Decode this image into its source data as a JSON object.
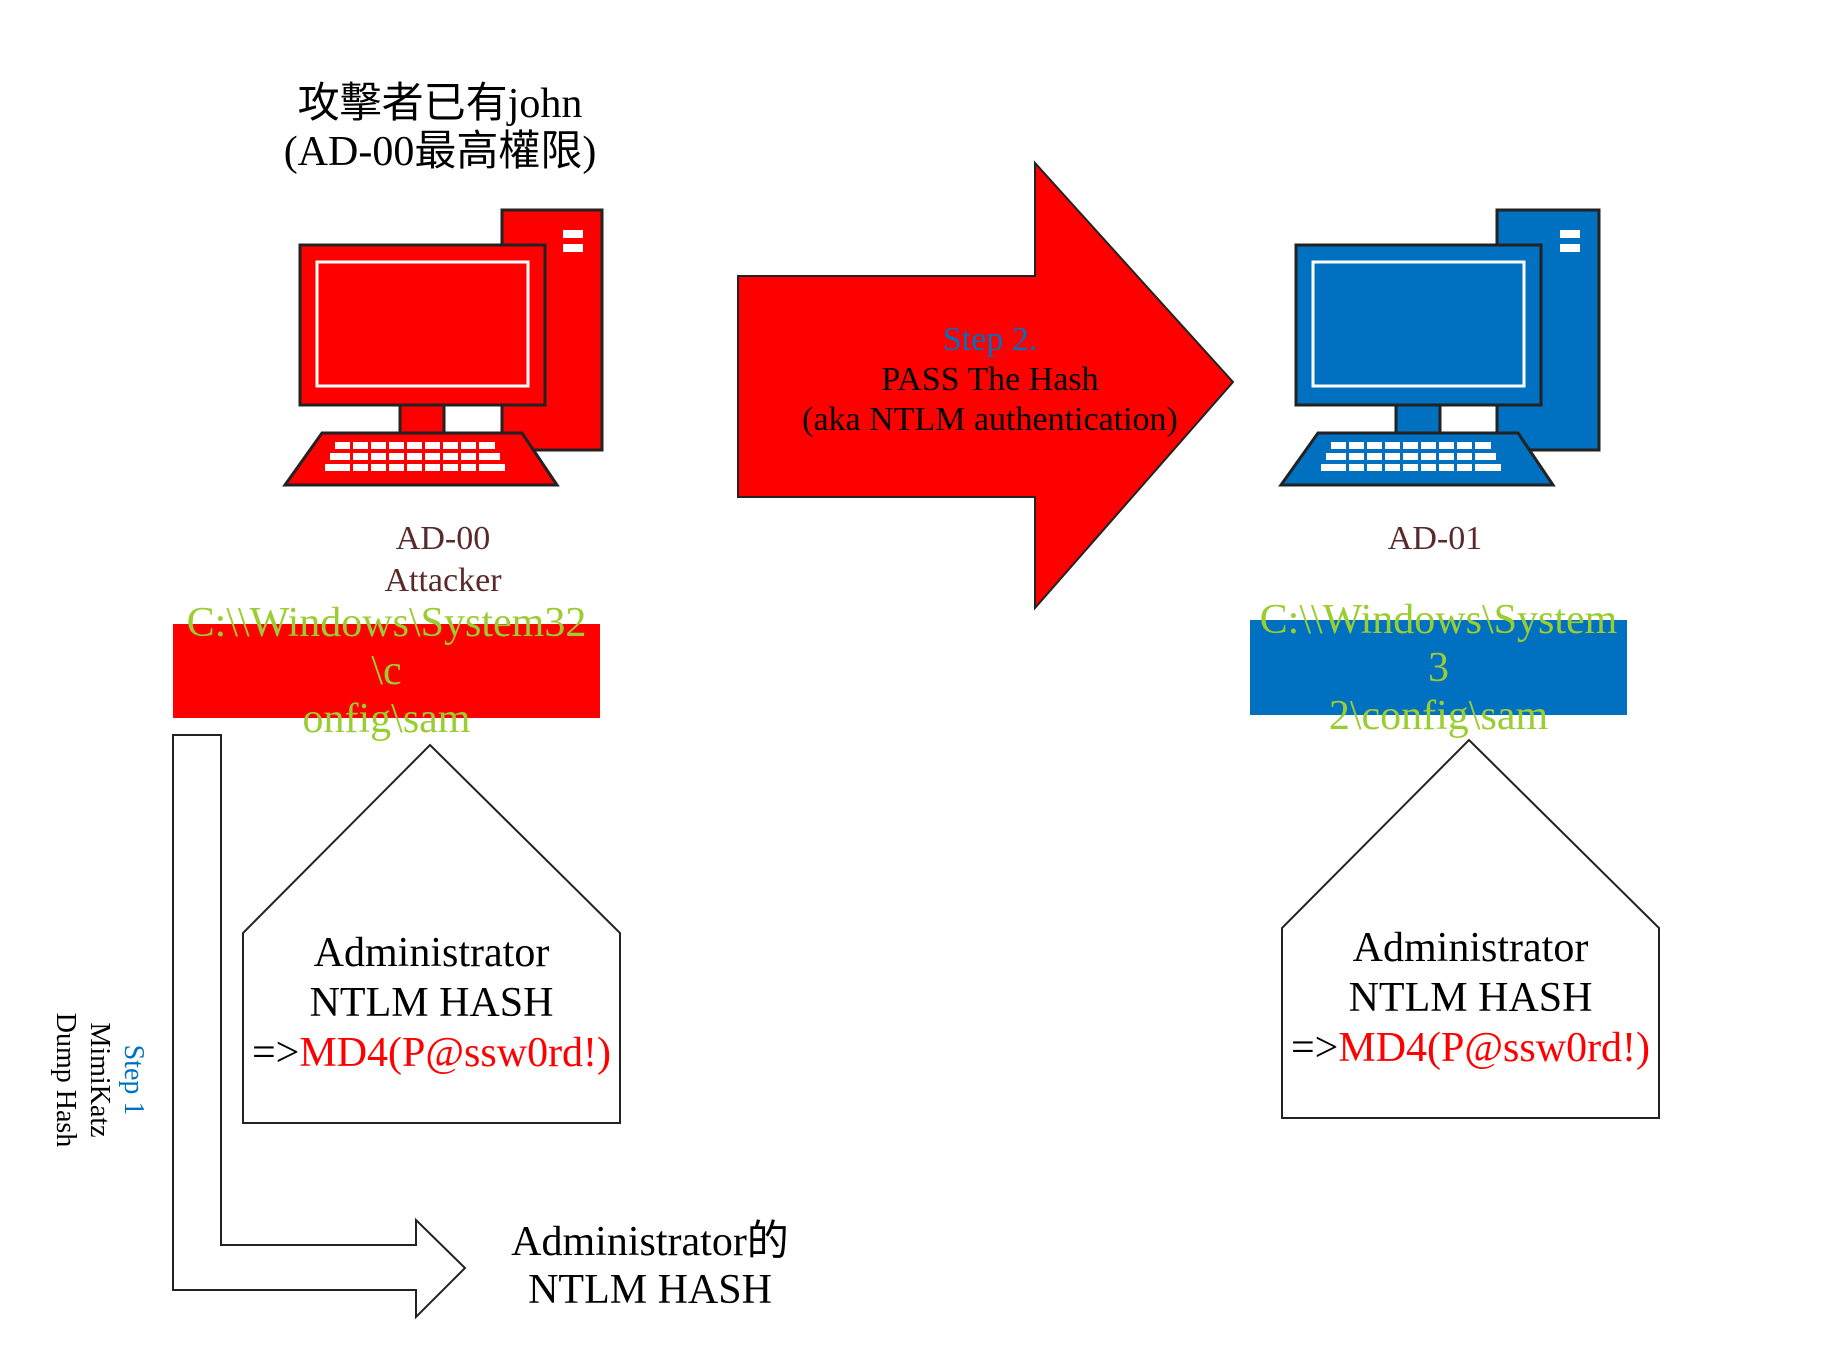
{
  "header": {
    "title_line1": "攻擊者已有john",
    "title_line2": "(AD-00最高權限)"
  },
  "hosts": [
    {
      "name": "AD-00",
      "role": "Attacker",
      "color": "#ff0000",
      "sam_path_line1": "C:\\\\Windows\\System32\\c",
      "sam_path_line2": "onfig\\sam",
      "house": {
        "line1": "Administrator",
        "line2": "NTLM HASH",
        "prefix": "=>",
        "hash": "MD4(P@ssw0rd!)"
      }
    },
    {
      "name": "AD-01",
      "color": "#0070c0",
      "sam_path_line1": "C:\\\\Windows\\System3",
      "sam_path_line2": "2\\config\\sam",
      "house": {
        "line1": "Administrator",
        "line2": "NTLM HASH",
        "prefix": "=>",
        "hash": "MD4(P@ssw0rd!)"
      }
    }
  ],
  "step2": {
    "label": "Step 2.",
    "line1": "PASS The Hash",
    "line2": "(aka NTLM authentication)"
  },
  "step1": {
    "label": "Step 1",
    "line1": "MimiKatz",
    "line2": "Dump Hash"
  },
  "result": {
    "line1": "Administrator的",
    "line2": "NTLM HASH"
  },
  "colors": {
    "attacker": "#ff0000",
    "target": "#0070c0",
    "path_text": "#9acd32",
    "hash_text": "#ff0000",
    "step_label": "#0070c0",
    "host_label": "#5a2a2a"
  },
  "icons": [
    "desktop-computer-icon",
    "desktop-computer-icon"
  ]
}
